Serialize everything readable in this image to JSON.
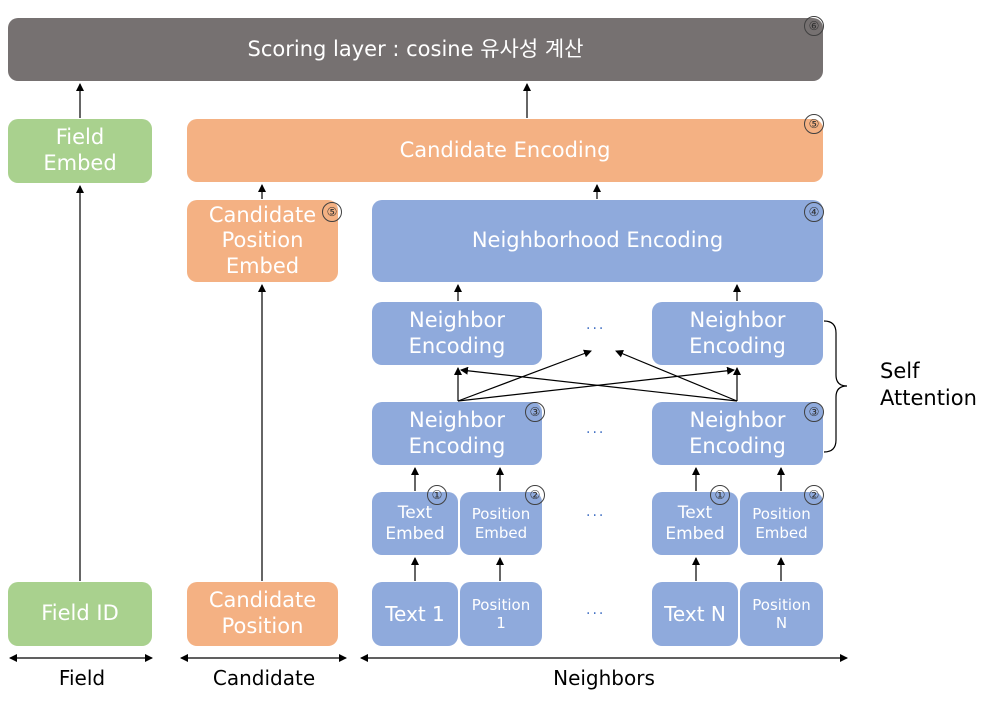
{
  "scoring": {
    "label": "Scoring layer : cosine 유사성 계산",
    "num": "⑥"
  },
  "field_embed": {
    "label": "Field\nEmbed"
  },
  "candidate_encoding": {
    "label": "Candidate  Encoding",
    "num": "⑤"
  },
  "candidate_position_embed": {
    "label": "Candidate\nPosition\nEmbed",
    "num": "⑤"
  },
  "neighborhood_encoding": {
    "label": "Neighborhood  Encoding",
    "num": "④"
  },
  "neighbor_encoding_top_1": {
    "label": "Neighbor\nEncoding"
  },
  "neighbor_encoding_top_n": {
    "label": "Neighbor\nEncoding"
  },
  "neighbor_encoding_mid_1": {
    "label": "Neighbor\nEncoding",
    "num": "③"
  },
  "neighbor_encoding_mid_n": {
    "label": "Neighbor\nEncoding",
    "num": "③"
  },
  "text_embed_1": {
    "label": "Text\nEmbed",
    "num": "①"
  },
  "position_embed_1": {
    "label": "Position\nEmbed",
    "num": "②"
  },
  "text_embed_n": {
    "label": "Text\nEmbed",
    "num": "①"
  },
  "position_embed_n": {
    "label": "Position\nEmbed",
    "num": "②"
  },
  "field_id": {
    "label": "Field ID"
  },
  "candidate_position": {
    "label": "Candidate\nPosition"
  },
  "text_1": {
    "label": "Text 1"
  },
  "position_1": {
    "label": "Position\n1"
  },
  "text_n": {
    "label": "Text N"
  },
  "position_n": {
    "label": "Position\nN"
  },
  "ellipsis": "···",
  "self_attention": {
    "label": "Self\nAttention"
  },
  "axis": {
    "field": "Field",
    "candidate": "Candidate",
    "neighbors": "Neighbors"
  }
}
